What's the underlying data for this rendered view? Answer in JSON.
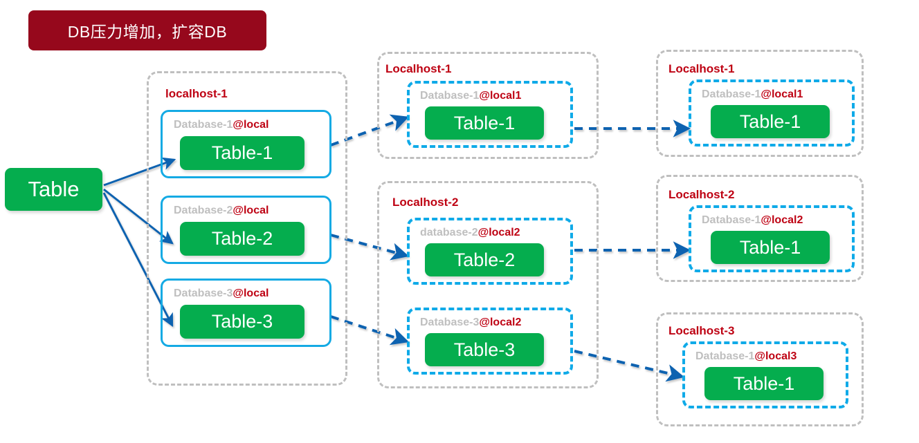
{
  "banner": {
    "text": "DB压力增加，扩容DB",
    "bg_color": "#96081C",
    "text_color": "#FFFFFF"
  },
  "palette": {
    "green": "#05AD4E",
    "bright_blue": "#0FAAE8",
    "arrow_blue": "#1062B0",
    "dark_red": "#BE0213",
    "gray": "#BFBFBF"
  },
  "root": {
    "label": "Table"
  },
  "stages": [
    {
      "id": "stage-1",
      "groups": [
        {
          "id": "localhost-1",
          "label": "localhost-1",
          "databases": [
            {
              "name": "Database-1",
              "host": "@local",
              "table": "Table-1",
              "style": "solid"
            },
            {
              "name": "Database-2",
              "host": "@local",
              "table": "Table-2",
              "style": "solid"
            },
            {
              "name": "Database-3",
              "host": "@local",
              "table": "Table-3",
              "style": "solid"
            }
          ]
        }
      ]
    },
    {
      "id": "stage-2",
      "groups": [
        {
          "id": "localhost-1",
          "label": "Localhost-1",
          "databases": [
            {
              "name": "Database-1",
              "host": "@local1",
              "table": "Table-1",
              "style": "dashed"
            }
          ]
        },
        {
          "id": "localhost-2",
          "label": "Localhost-2",
          "databases": [
            {
              "name": "database-2",
              "host": "@local2",
              "table": "Table-2",
              "style": "dashed"
            },
            {
              "name": "Database-3",
              "host": "@local2",
              "table": "Table-3",
              "style": "dashed"
            }
          ]
        }
      ]
    },
    {
      "id": "stage-3",
      "groups": [
        {
          "id": "localhost-1",
          "label": "Localhost-1",
          "databases": [
            {
              "name": "Database-1",
              "host": "@local1",
              "table": "Table-1",
              "style": "dashed"
            }
          ]
        },
        {
          "id": "localhost-2",
          "label": "Localhost-2",
          "databases": [
            {
              "name": "Database-1",
              "host": "@local2",
              "table": "Table-1",
              "style": "dashed"
            }
          ]
        },
        {
          "id": "localhost-3",
          "label": "Localhost-3",
          "databases": [
            {
              "name": "Database-1",
              "host": "@local3",
              "table": "Table-1",
              "style": "dashed"
            }
          ]
        }
      ]
    }
  ]
}
